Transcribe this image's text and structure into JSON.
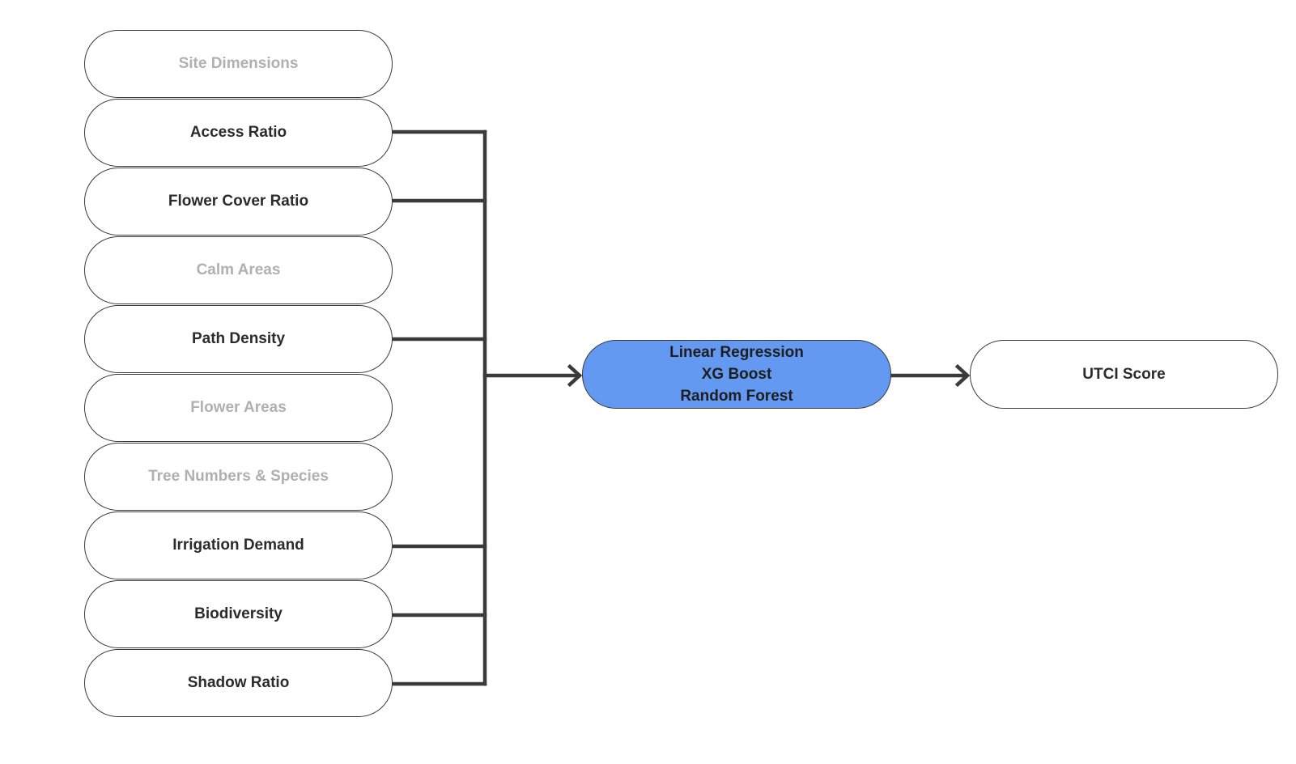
{
  "features": [
    {
      "id": "site-dimensions",
      "label": "Site Dimensions",
      "selected": false
    },
    {
      "id": "access-ratio",
      "label": "Access Ratio",
      "selected": true
    },
    {
      "id": "flower-cover-ratio",
      "label": "Flower Cover Ratio",
      "selected": true
    },
    {
      "id": "calm-areas",
      "label": "Calm Areas",
      "selected": false
    },
    {
      "id": "path-density",
      "label": "Path Density",
      "selected": true
    },
    {
      "id": "flower-areas",
      "label": "Flower Areas",
      "selected": false
    },
    {
      "id": "tree-numbers-species",
      "label": "Tree Numbers & Species",
      "selected": false
    },
    {
      "id": "irrigation-demand",
      "label": "Irrigation Demand",
      "selected": true
    },
    {
      "id": "biodiversity",
      "label": "Biodiversity",
      "selected": true
    },
    {
      "id": "shadow-ratio",
      "label": "Shadow Ratio",
      "selected": true
    }
  ],
  "model": {
    "lines": [
      "Linear Regression",
      "XG Boost",
      "Random Forest"
    ],
    "fill_color": "#6399f0"
  },
  "output": {
    "label": "UTCI Score"
  },
  "colors": {
    "active_text": "#2b2b2b",
    "inactive_text": "#b0b0b0",
    "connector": "#3a3a3a"
  }
}
